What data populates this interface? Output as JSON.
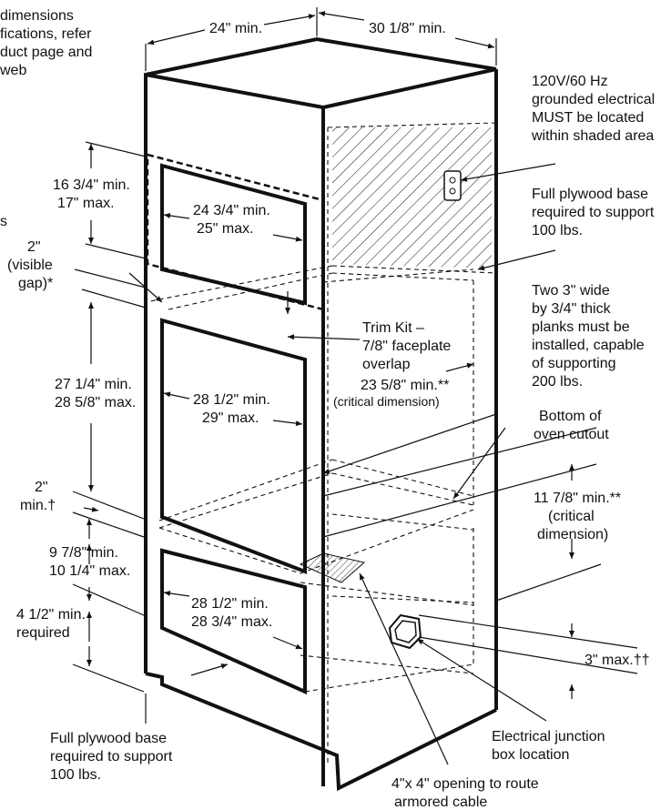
{
  "labels": {
    "top_left_note": [
      "dimensions",
      "fications, refer",
      "duct page and",
      "web"
    ],
    "width_top": "24\" min.",
    "depth_top": "30 1/8\" min.",
    "electrical_note": [
      "120V/60 Hz",
      "grounded electrical",
      "MUST be located",
      "within shaded area"
    ],
    "upper_plywood_note": [
      "Full plywood base",
      "required to support",
      "100 lbs."
    ],
    "upper_cutout_height": [
      "16 3/4\" min.",
      "17\" max."
    ],
    "upper_cutout_width": [
      "24 3/4\" min.",
      "25\" max."
    ],
    "visible_gap": [
      "2\"",
      "(visible",
      "gap)*"
    ],
    "left_edge_letter": "s",
    "planks_note": [
      "Two 3\" wide",
      "by 3/4\" thick",
      "planks must be",
      "installed, capable",
      "of supporting",
      "200 lbs."
    ],
    "trim_kit": [
      "Trim Kit –",
      "7/8\" faceplate",
      "overlap"
    ],
    "depth_mid": [
      "23 5/8\" min.**",
      "(critical dimension)"
    ],
    "middle_cutout_height": [
      "27 1/4\" min.",
      "28 5/8\" max."
    ],
    "middle_cutout_width": [
      "28 1/2\" min.",
      "29\" max."
    ],
    "bottom_oven_cutout": [
      "Bottom of",
      "oven cutout"
    ],
    "below_cutout_height": [
      "11 7/8\" min.**",
      "(critical",
      "dimension)"
    ],
    "spacing_2in": [
      "2\"",
      "min.†"
    ],
    "lower_opening_height": [
      "9 7/8\" min.",
      "10 1/4\" max."
    ],
    "base_height": [
      "4 1/2\" min.",
      "required"
    ],
    "lower_opening_width": [
      "28 1/2\" min.",
      "28 3/4\" max."
    ],
    "max_3in": "3\" max.††",
    "lower_plywood_note": [
      "Full plywood base",
      "required to support",
      "100 lbs."
    ],
    "junction_box": [
      "Electrical junction",
      "box location"
    ],
    "opening_note": [
      "4\"x 4\" opening to route",
      "armored cable"
    ]
  }
}
